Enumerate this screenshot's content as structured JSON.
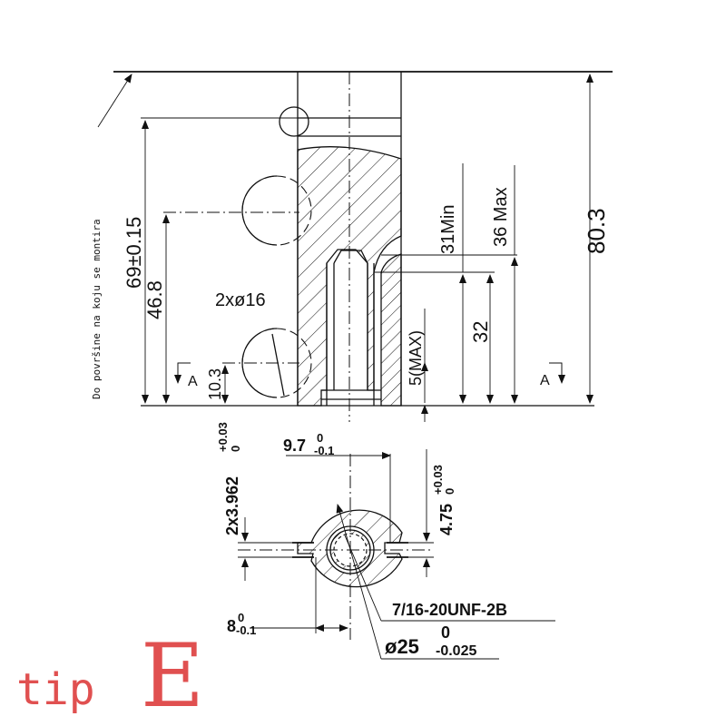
{
  "top_view": {
    "dim_80_3": "80.3",
    "dim_69": "69±0.15",
    "dim_46_8": "46.8",
    "dim_10_3": "10.3",
    "dim_31min": "31Min",
    "dim_36max": "36 Max",
    "dim_32": "32",
    "dim_5max": "5(MAX)",
    "holes_label": "2xø16",
    "section_a_left": "A",
    "section_a_right": "A",
    "surface_note": "Do površine na koju se montira"
  },
  "section_view": {
    "dim_9_7": "9.7",
    "dim_9_7_upper": "0",
    "dim_9_7_lower": "-0.1",
    "dim_3_962": "2x3.962",
    "dim_3_962_upper": "+0.03",
    "dim_3_962_lower": "0",
    "dim_4_75": "4.75",
    "dim_4_75_upper": "+0.03",
    "dim_4_75_lower": "0",
    "dim_8": "8",
    "dim_8_upper": "0",
    "dim_8_lower": "-0.1",
    "thread_label": "7/16-20UNF-2B",
    "dia_25": "ø25",
    "dia_25_upper": "0",
    "dia_25_lower": "-0.025"
  },
  "brand": {
    "prefix": "tip",
    "letter": "E"
  }
}
